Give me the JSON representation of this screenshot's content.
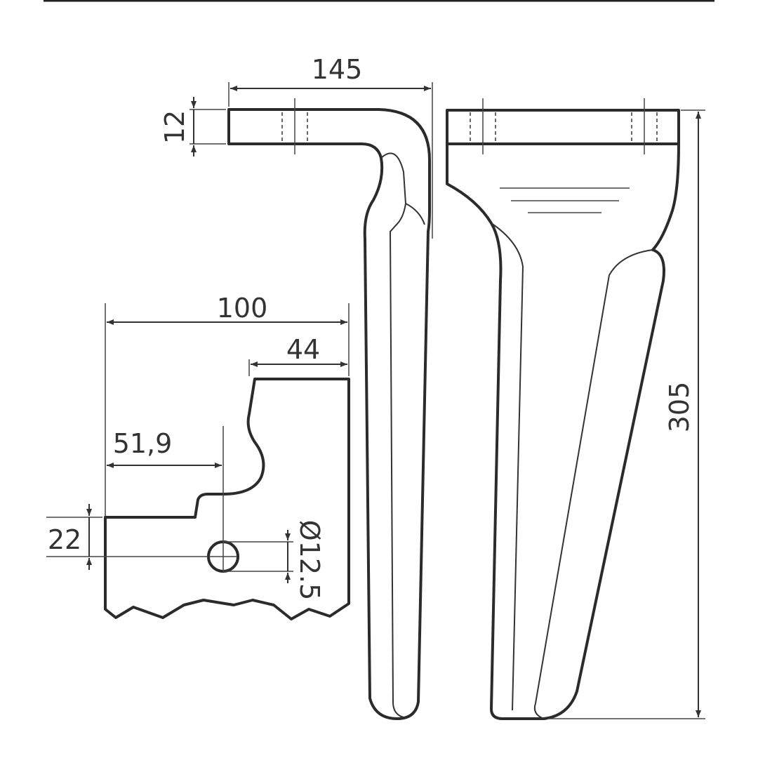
{
  "dimensions": {
    "width_total": "145",
    "plate_thickness": "12",
    "height_total": "305",
    "detail_width": "100",
    "detail_top_width": "44",
    "hole_offset": "51,9",
    "step_height": "22",
    "hole_diameter": "Ø12.5"
  }
}
